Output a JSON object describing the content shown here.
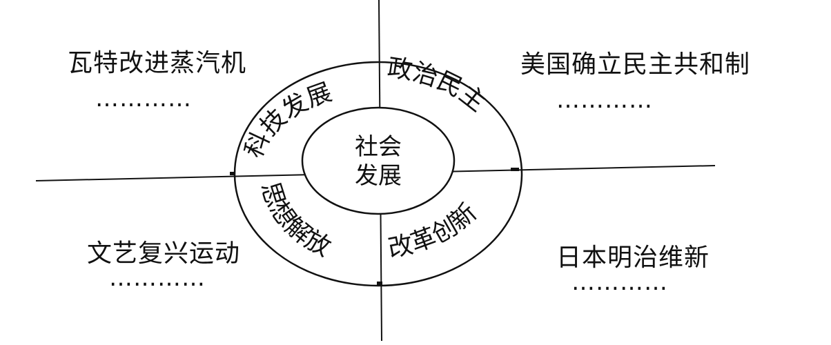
{
  "center": {
    "line1": "社会",
    "line2": "发展"
  },
  "ring": {
    "top_left": "科技发展",
    "top_right": "政治民主",
    "bottom_left": "思想解放",
    "bottom_right": "改革创新"
  },
  "corners": {
    "top_left": {
      "title": "瓦特改进蒸汽机",
      "dots": "…………"
    },
    "top_right": {
      "title": "美国确立民主共和制",
      "dots": "…………"
    },
    "bottom_left": {
      "title": "文艺复兴运动",
      "dots": "…………"
    },
    "bottom_right": {
      "title": "日本明治维新",
      "dots": "…………"
    }
  }
}
